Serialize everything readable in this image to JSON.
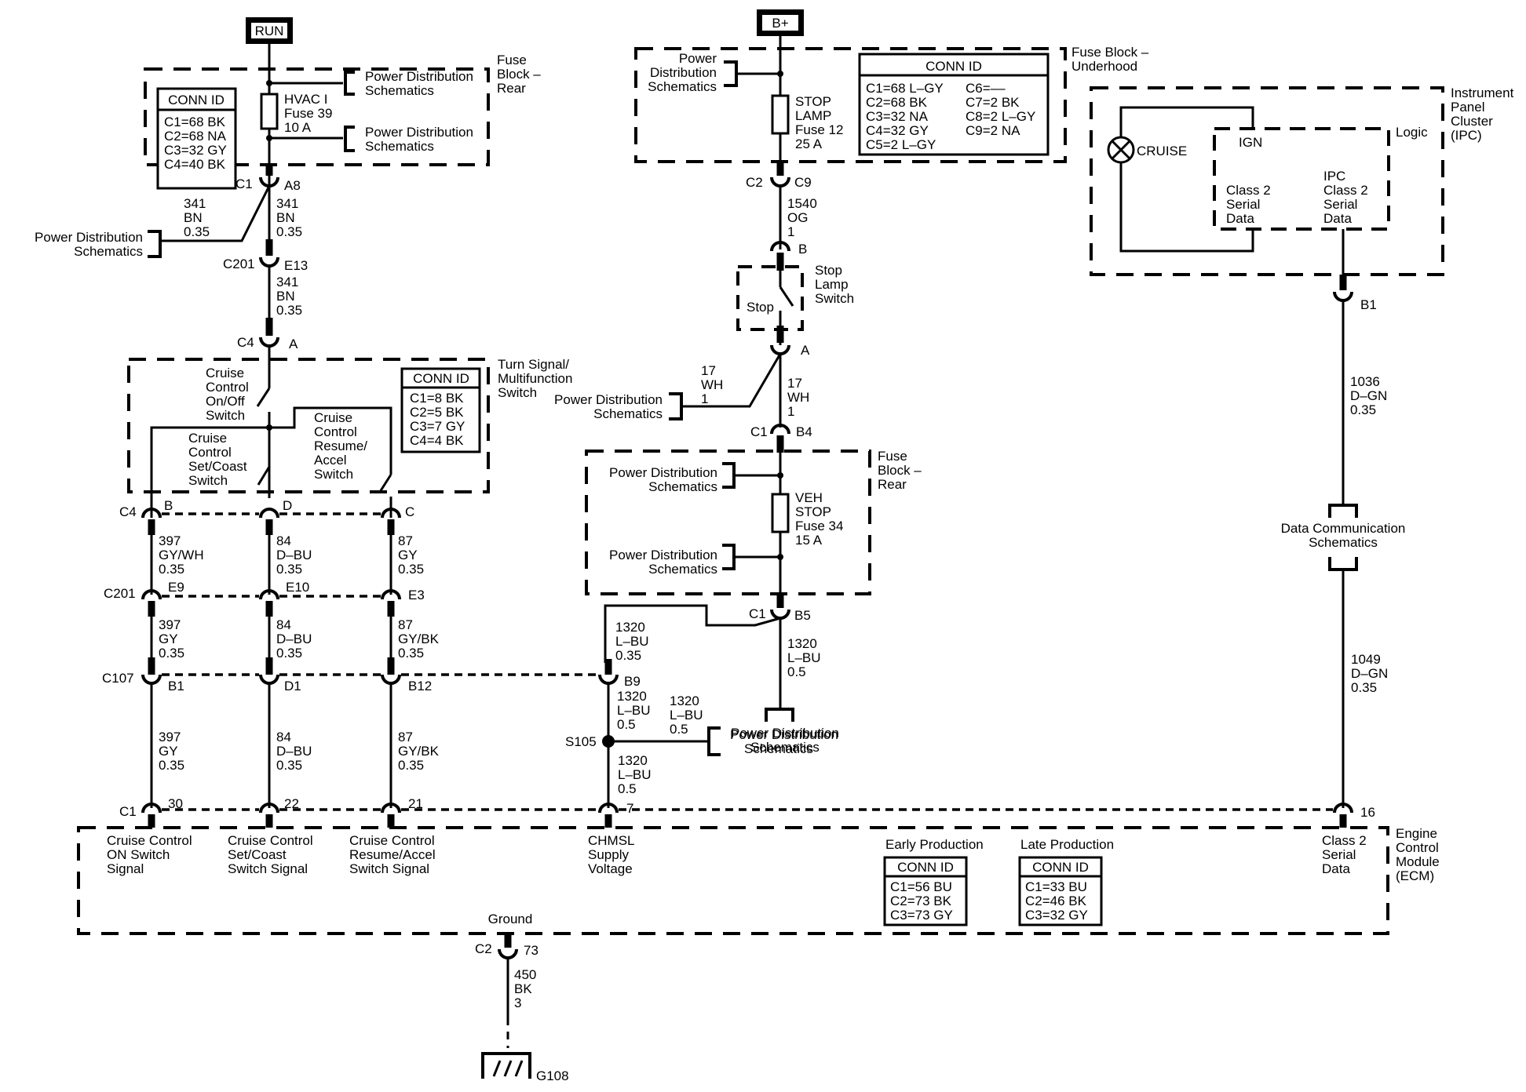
{
  "diagram": {
    "title": "Cruise Control Schematic",
    "sources": {
      "run": "RUN",
      "bplus": "B+"
    },
    "fuse_block_rear_top": {
      "label": [
        "Fuse",
        "Block –",
        "Rear"
      ],
      "conn_id_title": "CONN ID",
      "conn_id": [
        "C1=68 BK",
        "C2=68 NA",
        "C3=32 GY",
        "C4=40 BK"
      ],
      "fuse": [
        "HVAC I",
        "Fuse 39",
        "10 A"
      ],
      "power_dist": [
        "Power Distribution",
        "Schematics"
      ]
    },
    "fuse_block_underhood": {
      "label": [
        "Fuse Block –",
        "Underhood"
      ],
      "conn_id_title": "CONN ID",
      "conn_id_left": [
        "C1=68 L–GY",
        "C2=68 BK",
        "C3=32 NA",
        "C4=32 GY",
        "C5=2 L–GY"
      ],
      "conn_id_right": [
        "C6=––",
        "C7=2 BK",
        "C8=2 L–GY",
        "C9=2 NA"
      ],
      "fuse": [
        "STOP",
        "LAMP",
        "Fuse 12",
        "25 A"
      ],
      "power_dist": [
        "Power",
        "Distribution",
        "Schematics"
      ]
    },
    "ipc": {
      "label": [
        "Instrument",
        "Panel",
        "Cluster",
        "(IPC)"
      ],
      "logic": "Logic",
      "lamp": "CRUISE",
      "ign": "IGN",
      "class2_left": [
        "Class 2",
        "Serial",
        "Data"
      ],
      "class2_right": [
        "IPC",
        "Class 2",
        "Serial",
        "Data"
      ],
      "connector": "B1"
    },
    "connectors": {
      "c1_a8": [
        "C1",
        "A8"
      ],
      "c201_e13": [
        "C201",
        "E13"
      ],
      "c4_a": [
        "C4",
        "A"
      ],
      "c2_c9": [
        "C2",
        "C9"
      ],
      "stop_b": "B",
      "stop_a": "A",
      "c1_b4": [
        "C1",
        "B4"
      ],
      "c1_b5": [
        "C1",
        "B5"
      ],
      "c4_row": [
        "C4",
        "B",
        "D",
        "C"
      ],
      "c201_row": [
        "C201",
        "E9",
        "E10",
        "E3"
      ],
      "c107_row": [
        "C107",
        "B1",
        "D1",
        "B12",
        "B9"
      ],
      "c1_row": [
        "C1",
        "30",
        "22",
        "21",
        "7",
        "16"
      ],
      "c2_73": [
        "C2",
        "73"
      ],
      "splice": "S105",
      "ground": "G108"
    },
    "wires": {
      "w341_branch": [
        "341",
        "BN",
        "0.35"
      ],
      "w341_a": [
        "341",
        "BN",
        "0.35"
      ],
      "w341_b": [
        "341",
        "BN",
        "0.35"
      ],
      "w1540": [
        "1540",
        "OG",
        "1"
      ],
      "w17_branch": [
        "17",
        "WH",
        "1"
      ],
      "w17": [
        "17",
        "WH",
        "1"
      ],
      "w397_a": [
        "397",
        "GY/WH",
        "0.35"
      ],
      "w84_a": [
        "84",
        "D–BU",
        "0.35"
      ],
      "w87_a": [
        "87",
        "GY",
        "0.35"
      ],
      "w397_b": [
        "397",
        "GY",
        "0.35"
      ],
      "w84_b": [
        "84",
        "D–BU",
        "0.35"
      ],
      "w87_b": [
        "87",
        "GY/BK",
        "0.35"
      ],
      "w397_c": [
        "397",
        "GY",
        "0.35"
      ],
      "w84_c": [
        "84",
        "D–BU",
        "0.35"
      ],
      "w87_c": [
        "87",
        "GY/BK",
        "0.35"
      ],
      "w1320_a": [
        "1320",
        "L–BU",
        "0.35"
      ],
      "w1320_b": [
        "1320",
        "L–BU",
        "0.5"
      ],
      "w1320_c": [
        "1320",
        "L–BU",
        "0.5"
      ],
      "w1320_d": [
        "1320",
        "L–BU",
        "0.5"
      ],
      "w1320_e": [
        "1320",
        "L–BU",
        "0.5"
      ],
      "w1036": [
        "1036",
        "D–GN",
        "0.35"
      ],
      "w1049": [
        "1049",
        "D–GN",
        "0.35"
      ],
      "w450": [
        "450",
        "BK",
        "3"
      ]
    },
    "power_dist_ref": [
      "Power Distribution",
      "Schematics"
    ],
    "data_comm_ref": [
      "Data Communication",
      "Schematics"
    ],
    "stop_lamp_switch": {
      "label": [
        "Stop",
        "Lamp",
        "Switch"
      ],
      "position": "Stop"
    },
    "turn_signal_switch": {
      "label": [
        "Turn Signal/",
        "Multifunction",
        "Switch"
      ],
      "on_off": [
        "Cruise",
        "Control",
        "On/Off",
        "Switch"
      ],
      "set_coast": [
        "Cruise",
        "Control",
        "Set/Coast",
        "Switch"
      ],
      "resume": [
        "Cruise",
        "Control",
        "Resume/",
        "Accel",
        "Switch"
      ],
      "conn_id_title": "CONN ID",
      "conn_id": [
        "C1=8 BK",
        "C2=5 BK",
        "C3=7 GY",
        "C4=4 BK"
      ]
    },
    "fuse_block_rear_mid": {
      "label": [
        "Fuse",
        "Block –",
        "Rear"
      ],
      "fuse": [
        "VEH",
        "STOP",
        "Fuse 34",
        "15 A"
      ]
    },
    "ecm": {
      "label": [
        "Engine",
        "Control",
        "Module",
        "(ECM)"
      ],
      "pins": [
        [
          "Cruise Control",
          "ON Switch",
          "Signal"
        ],
        [
          "Cruise Control",
          "Set/Coast",
          "Switch Signal"
        ],
        [
          "Cruise Control",
          "Resume/Accel",
          "Switch Signal"
        ],
        [
          "CHMSL",
          "Supply",
          "Voltage"
        ],
        [
          "Class 2",
          "Serial",
          "Data"
        ]
      ],
      "ground": "Ground",
      "early": {
        "title": "Early Production",
        "conn_id_title": "CONN ID",
        "rows": [
          "C1=56 BU",
          "C2=73 BK",
          "C3=73 GY"
        ]
      },
      "late": {
        "title": "Late Production",
        "conn_id_title": "CONN ID",
        "rows": [
          "C1=33 BU",
          "C2=46 BK",
          "C3=32 GY"
        ]
      }
    }
  }
}
